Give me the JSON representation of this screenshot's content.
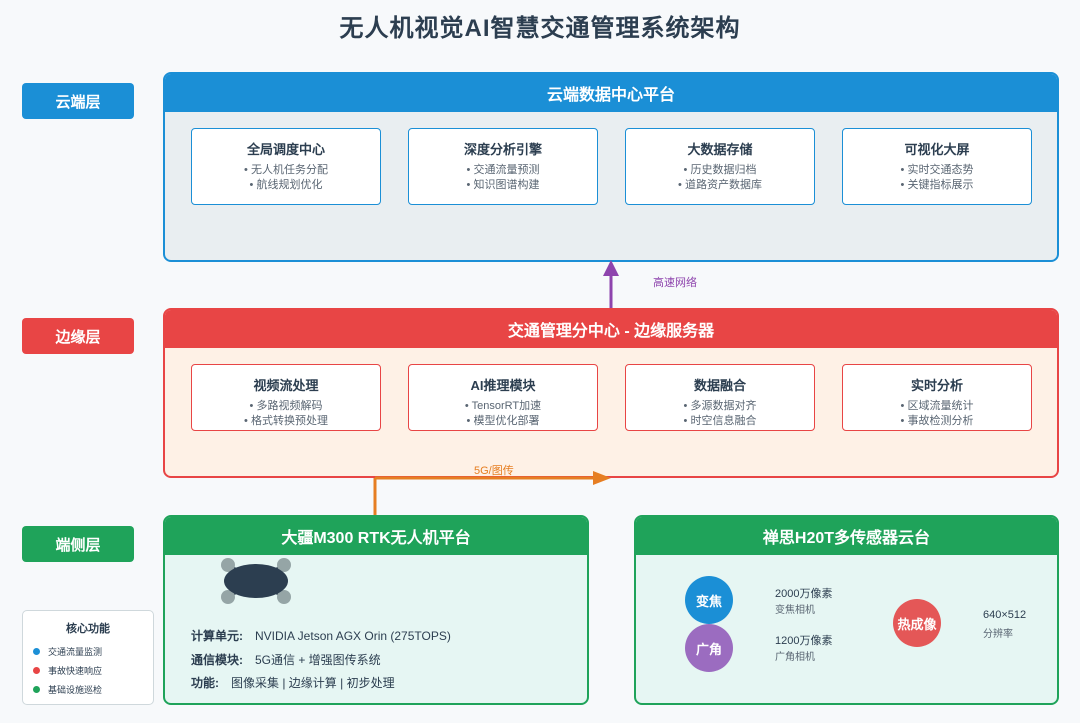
{
  "title": "无人机视觉AI智慧交通管理系统架构",
  "layers": {
    "cloud": "云端层",
    "edge": "边缘层",
    "end": "端侧层"
  },
  "cloud_panel": {
    "title": "云端数据中心平台",
    "cards": [
      {
        "title": "全局调度中心",
        "items": [
          "• 无人机任务分配",
          "• 航线规划优化"
        ]
      },
      {
        "title": "深度分析引擎",
        "items": [
          "• 交通流量预测",
          "• 知识图谱构建"
        ]
      },
      {
        "title": "大数据存储",
        "items": [
          "• 历史数据归档",
          "• 道路资产数据库"
        ]
      },
      {
        "title": "可视化大屏",
        "items": [
          "• 实时交通态势",
          "• 关键指标展示"
        ]
      }
    ]
  },
  "links": {
    "cloud_edge": "高速网络",
    "edge_end": "5G/图传"
  },
  "edge_panel": {
    "title": "交通管理分中心 - 边缘服务器",
    "cards": [
      {
        "title": "视频流处理",
        "items": [
          "• 多路视频解码",
          "• 格式转换预处理"
        ]
      },
      {
        "title": "AI推理模块",
        "items": [
          "• TensorRT加速",
          "• 模型优化部署"
        ]
      },
      {
        "title": "数据融合",
        "items": [
          "• 多源数据对齐",
          "• 时空信息融合"
        ]
      },
      {
        "title": "实时分析",
        "items": [
          "• 区域流量统计",
          "• 事故检测分析"
        ]
      }
    ]
  },
  "drone_panel": {
    "title": "大疆M300 RTK无人机平台",
    "specs": [
      {
        "label": "计算单元:",
        "value": "NVIDIA Jetson AGX Orin (275TOPS)"
      },
      {
        "label": "通信模块:",
        "value": "5G通信 + 增强图传系统"
      },
      {
        "label": "功能:",
        "value": "图像采集 | 边缘计算 | 初步处理"
      }
    ]
  },
  "sensor_panel": {
    "title": "禅思H20T多传感器云台",
    "sensors": [
      {
        "name": "变焦",
        "res": "2000万像素",
        "desc": "变焦相机",
        "color": "#1b8fd6"
      },
      {
        "name": "广角",
        "res": "1200万像素",
        "desc": "广角相机",
        "color": "#9b6cc0"
      },
      {
        "name": "热成像",
        "res": "640×512",
        "desc": "分辨率",
        "color": "#e45757"
      }
    ]
  },
  "legend": {
    "title": "核心功能",
    "items": [
      {
        "label": "交通流量监测",
        "color": "#1b8fd6"
      },
      {
        "label": "事故快速响应",
        "color": "#e84545"
      },
      {
        "label": "基础设施巡检",
        "color": "#1fa35a"
      }
    ]
  },
  "colors": {
    "cloud": "#1b8fd6",
    "edge": "#e84545",
    "end": "#1fa35a",
    "link_cloud_edge": "#8e44ad",
    "link_edge_end": "#e67e22"
  }
}
